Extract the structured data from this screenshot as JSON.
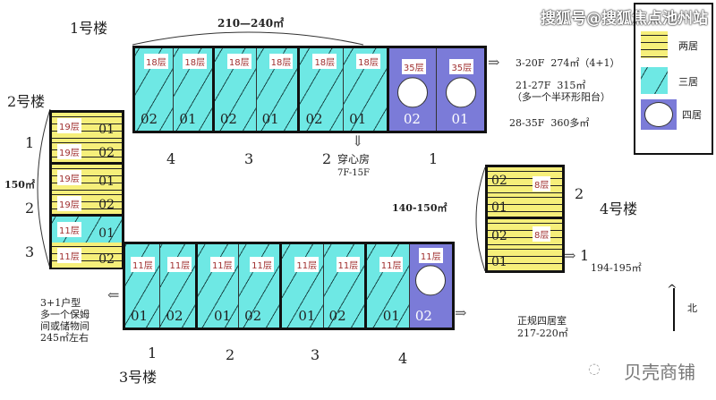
{
  "watermark": "搜狐号@搜狐焦点池州站",
  "footer": "贝壳商铺",
  "north": "北",
  "b1": {
    "name": "1号楼",
    "area": "210—240㎡",
    "floors_cyan": "18层",
    "floors_purple": "35层",
    "units": [
      "4",
      "3",
      "2",
      "1"
    ],
    "note1": "穿心房",
    "note2": "7F-15F",
    "specs": [
      "3-20F  274㎡（4+1）",
      "21-27F  315㎡",
      "（多一个半环形阳台）",
      "28-35F  360多㎡"
    ]
  },
  "b2": {
    "name": "2号楼",
    "area": "150㎡",
    "units": [
      "1",
      "2",
      "3"
    ],
    "f19": "19层",
    "f11": "11层"
  },
  "b3": {
    "name": "3号楼",
    "units": [
      "1",
      "2",
      "3",
      "4"
    ],
    "f": "11层",
    "note": [
      "3+1户型",
      "多一个保姆",
      "间或储物间",
      "245㎡左右"
    ],
    "note2": [
      "正规四居室",
      "217-220㎡"
    ]
  },
  "b4": {
    "name": "4号楼",
    "area_top": "140-150㎡",
    "area": "194-195㎡",
    "units": [
      "2",
      "1"
    ],
    "f": "8层"
  },
  "codes": {
    "c01": "01",
    "c02": "02"
  },
  "legend": [
    {
      "label": "两居"
    },
    {
      "label": "三居"
    },
    {
      "label": "四居"
    }
  ]
}
